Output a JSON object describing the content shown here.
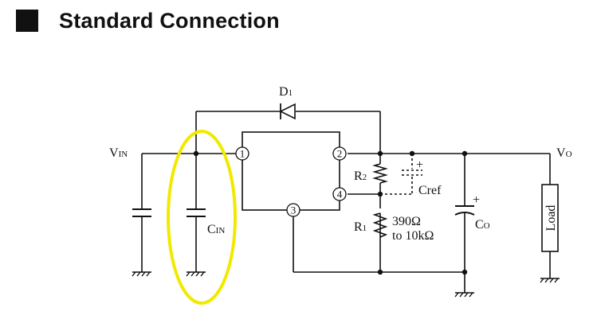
{
  "header": {
    "title": "Standard Connection"
  },
  "diagram": {
    "labels": {
      "d1_main": "D",
      "d1_sub": "1",
      "vin_main": "V",
      "vin_sub": "IN",
      "vo_main": "V",
      "vo_sub": "O",
      "cin_main": "C",
      "cin_sub": "IN",
      "r2_main": "R",
      "r2_sub": "2",
      "r1_main": "R",
      "r1_sub": "1",
      "cref": "Cref",
      "co_main": "C",
      "co_sub": "O",
      "r1_value_line1": "390Ω",
      "r1_value_line2": "to 10kΩ",
      "load": "Load",
      "plus": "+"
    },
    "pins": {
      "p1": "1",
      "p2": "2",
      "p3": "3",
      "p4": "4"
    },
    "colors": {
      "highlight": "#f2e900",
      "line": "#111111"
    }
  }
}
